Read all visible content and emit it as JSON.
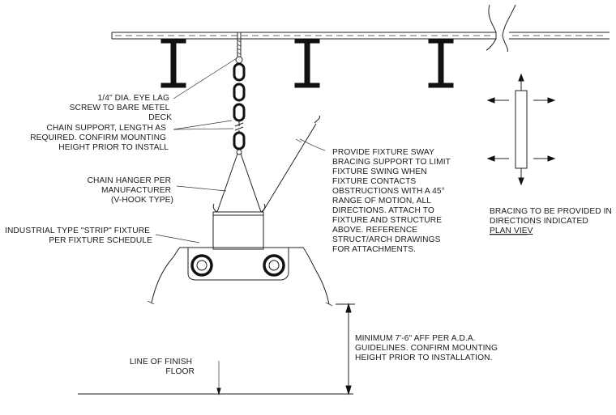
{
  "notes": {
    "lag_screw": [
      "1/4\" DIA. EYE LAG",
      "SCREW TO BARE METEL",
      "DECK"
    ],
    "chain_support": [
      "CHAIN SUPPORT, LENGTH AS",
      "REQUIRED.  CONFIRM MOUNTING",
      "HEIGHT PRIOR TO INSTALL"
    ],
    "chain_hanger": [
      "CHAIN HANGER PER",
      "MANUFACTURER",
      "(V-HOOK TYPE)"
    ],
    "fixture": [
      "INDUSTRIAL TYPE \"STRIP\" FIXTURE",
      "PER FIXTURE SCHEDULE"
    ],
    "sway_bracing": [
      "PROVIDE FIXTURE SWAY",
      "BRACING SUPPORT TO LIMIT",
      "FIXTURE SWING WHEN",
      "FIXTURE CONTACTS",
      "OBSTRUCTIONS WITH A 45°",
      "RANGE OF MOTION, ALL",
      "DIRECTIONS.  ATTACH TO",
      "FIXTURE AND STRUCTURE",
      "ABOVE.  REFERENCE",
      "STRUCT/ARCH DRAWINGS",
      "FOR ATTACHMENTS."
    ],
    "bracing_directions": [
      "BRACING TO BE PROVIDED IN",
      "DIRECTIONS INDICATED"
    ],
    "plan_view": "PLAN VIEV",
    "minimum_height": [
      "MINIMUM 7'-6\" AFF PER A.D.A.",
      "GUIDELINES.  CONFIRM MOUNTING",
      "HEIGHT PRIOR TO INSTALLATION."
    ],
    "finish_floor": [
      "LINE OF FINISH",
      "FLOOR"
    ]
  }
}
